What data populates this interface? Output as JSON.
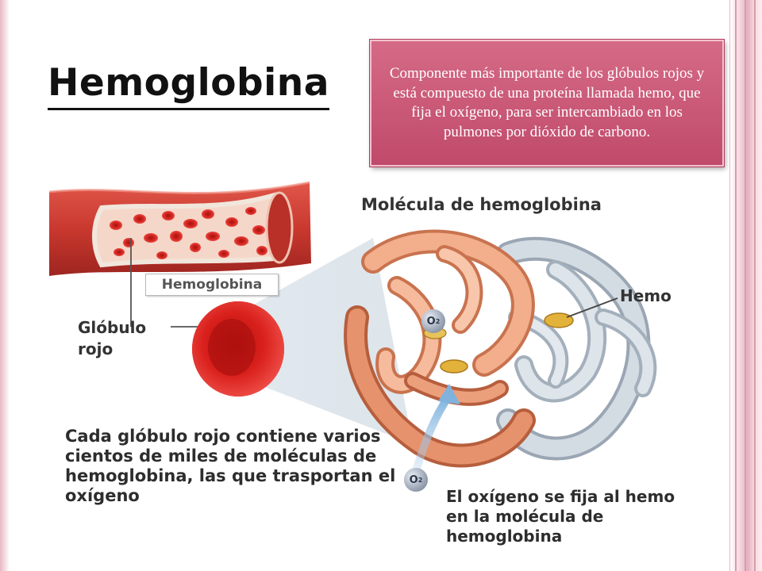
{
  "slide": {
    "title": "Hemoglobina",
    "callout": "Componente más importante de los glóbulos rojos y está compuesto de una proteína llamada hemo, que fija el oxígeno, para ser intercambiado en los pulmones por dióxido de carbono."
  },
  "figure": {
    "molecule_label": "Molécula de hemoglobina",
    "hemoglobin_tag": "Hemoglobina",
    "red_cell_label": "Glóbulo rojo",
    "heme_label": "Hemo",
    "o2_symbol": "O",
    "o2_subscript": "2",
    "caption_left": "Cada glóbulo rojo contiene varios cientos de miles de moléculas de hemoglobina, las que trasportan el oxígeno",
    "caption_right": "El oxígeno se fija al hemo en la molécula de  hemoglobina"
  },
  "colors": {
    "callout_fill": "#c85573",
    "vessel_red": "#c9382e",
    "cell_red": "#d9201c",
    "protein_peach": "#f0a27e",
    "protein_gray": "#c6cfd8",
    "heme_gold": "#e2b23a",
    "frame_pink": "#e3b1bd"
  }
}
